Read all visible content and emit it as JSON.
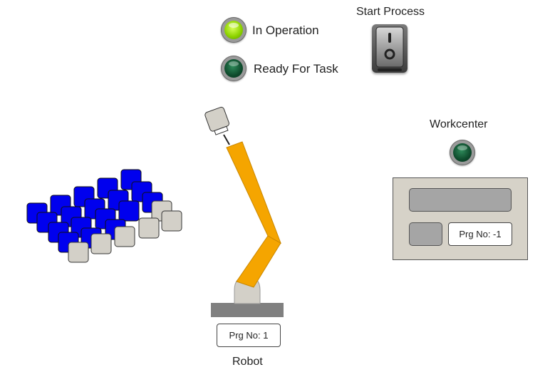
{
  "status": {
    "in_operation_label": "In Operation",
    "ready_for_task_label": "Ready For Task"
  },
  "start_process": {
    "label": "Start Process"
  },
  "workcenter": {
    "label": "Workcenter",
    "prg_text": "Prg No: -1"
  },
  "robot": {
    "label": "Robot",
    "prg_text": "Prg No: 1"
  },
  "colors": {
    "lamp_on": "#8fd400",
    "lamp_off": "#0e4a2c",
    "robot_arm": "#f5a500",
    "part_blue": "#0000ee",
    "part_grey": "#d3d0c8",
    "panel": "#d6d2c8"
  }
}
